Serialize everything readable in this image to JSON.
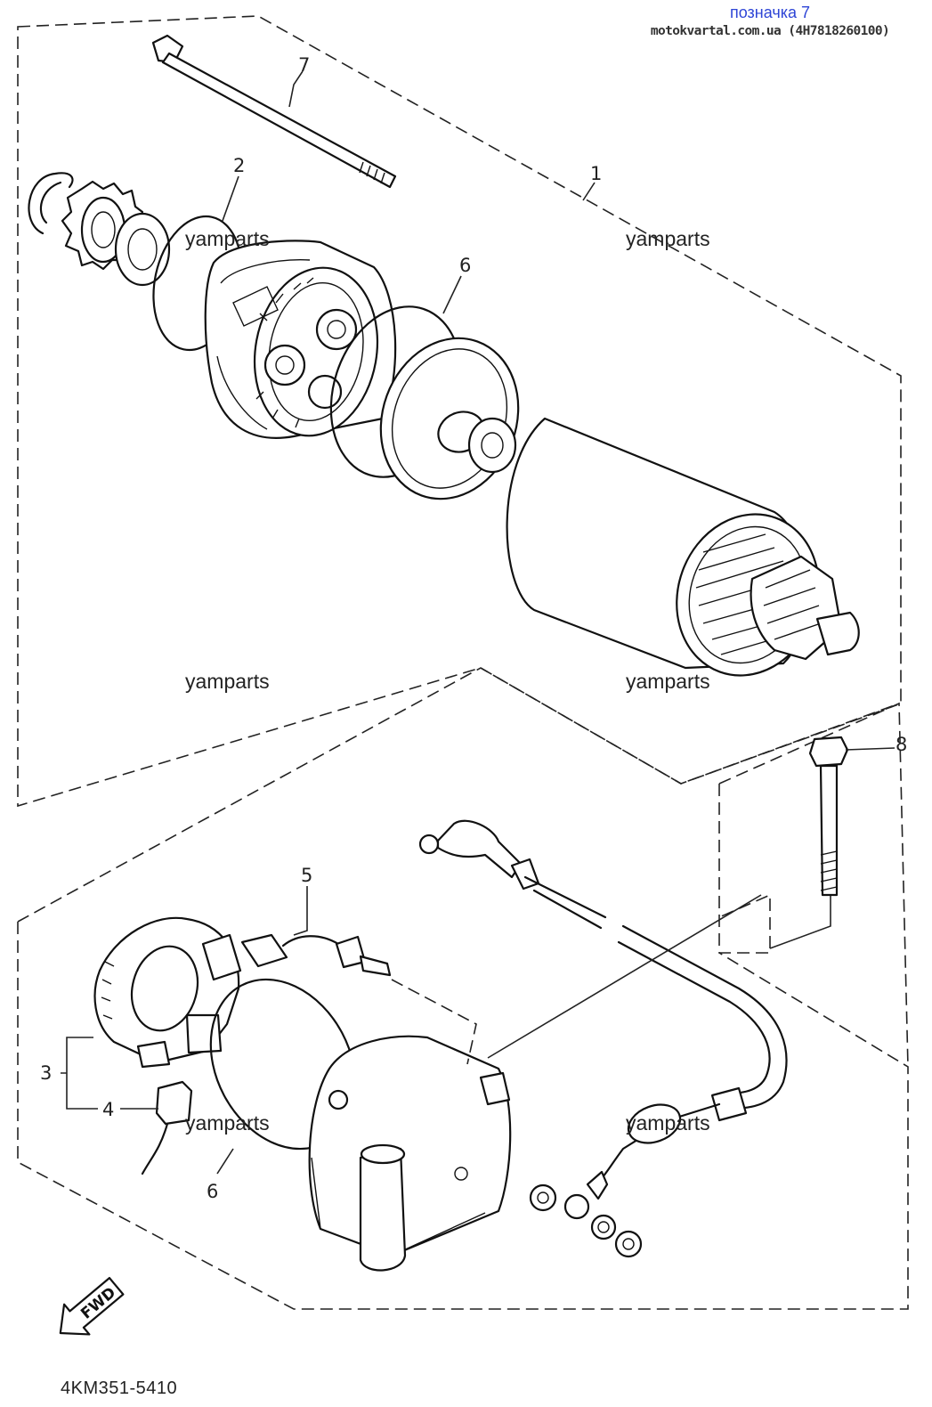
{
  "header": {
    "title": "позначка 7",
    "source": "motokvartal.com.ua (4H7818260100)"
  },
  "footer": {
    "diagram_code": "4KM351-5410"
  },
  "watermark": "yamparts",
  "direction_tag": "FWD",
  "callouts": [
    "1",
    "2",
    "3",
    "4",
    "5",
    "6",
    "6",
    "7",
    "8"
  ],
  "parts": [
    {
      "ref": "1",
      "name": "starter-motor-assembly"
    },
    {
      "ref": "2",
      "name": "o-ring"
    },
    {
      "ref": "3",
      "name": "brush-set"
    },
    {
      "ref": "4",
      "name": "brush-holder"
    },
    {
      "ref": "5",
      "name": "brush-lead"
    },
    {
      "ref": "6",
      "name": "o-ring"
    },
    {
      "ref": "7",
      "name": "through-bolt"
    },
    {
      "ref": "8",
      "name": "mounting-bolt"
    }
  ]
}
